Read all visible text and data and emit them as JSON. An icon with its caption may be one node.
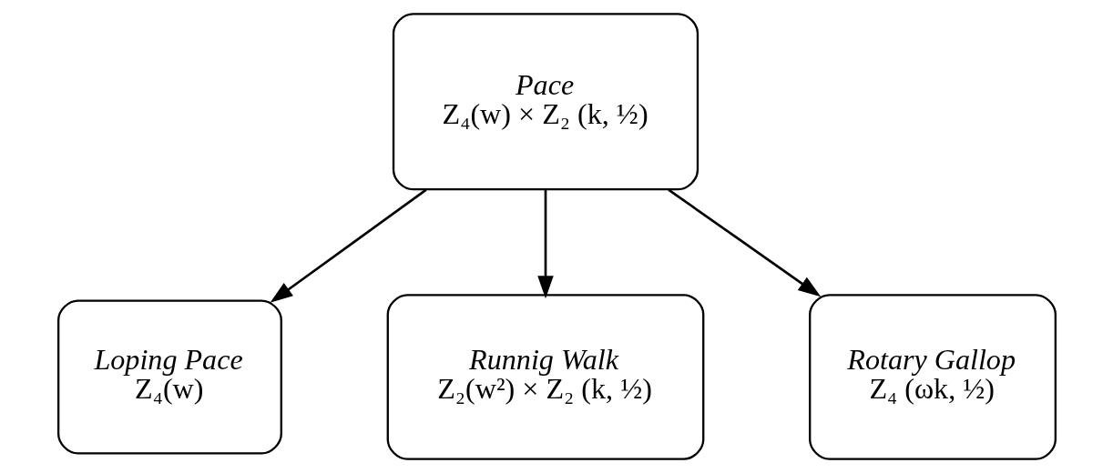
{
  "diagram": {
    "nodes": [
      {
        "text": [
          "Pace",
          "Z₄(w) × Z₂ (k, ½)"
        ]
      },
      {
        "text": [
          "Loping Pace",
          "Z₄(w)"
        ]
      },
      {
        "text": [
          "Runnig Walk",
          "Z₂(w²) × Z₂ (k, ½)"
        ]
      },
      {
        "text": [
          "Rotary Gallop",
          "Z₄ (ωk, ½)"
        ]
      }
    ],
    "edges": [
      {
        "from": 0,
        "to": 1,
        "arrow": "to"
      },
      {
        "from": 0,
        "to": 2,
        "arrow": "to"
      },
      {
        "from": 0,
        "to": 3,
        "arrow": "to"
      }
    ]
  }
}
